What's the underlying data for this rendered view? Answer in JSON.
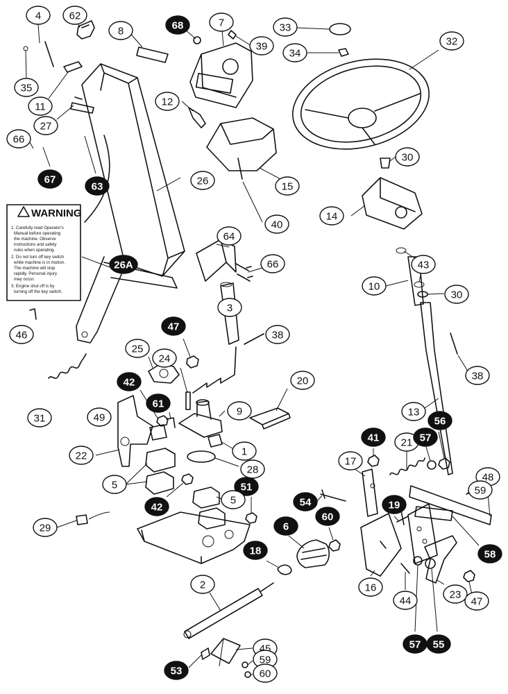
{
  "warning_label": {
    "title": "WARNING",
    "lines": [
      "1. Carefully read Operator's",
      "Manual before operating",
      "the machine. Observe",
      "instructions and safety",
      "rules when operating.",
      "2. Do not turn off key switch",
      "while machine is in motion.",
      "The machine will stop",
      "rapidly. Personal injury",
      "may occur.",
      "3. Engine shut off is by",
      "turning off the key switch."
    ]
  },
  "callouts": [
    {
      "id": "c4",
      "label": "4",
      "filled": false
    },
    {
      "id": "c62",
      "label": "62",
      "filled": false
    },
    {
      "id": "c8",
      "label": "8",
      "filled": false
    },
    {
      "id": "c68",
      "label": "68",
      "filled": true
    },
    {
      "id": "c7",
      "label": "7",
      "filled": false
    },
    {
      "id": "c39",
      "label": "39",
      "filled": false
    },
    {
      "id": "c33",
      "label": "33",
      "filled": false
    },
    {
      "id": "c34",
      "label": "34",
      "filled": false
    },
    {
      "id": "c32",
      "label": "32",
      "filled": false
    },
    {
      "id": "c35",
      "label": "35",
      "filled": false
    },
    {
      "id": "c11",
      "label": "11",
      "filled": false
    },
    {
      "id": "c12",
      "label": "12",
      "filled": false
    },
    {
      "id": "c27",
      "label": "27",
      "filled": false
    },
    {
      "id": "c66a",
      "label": "66",
      "filled": false
    },
    {
      "id": "c67",
      "label": "67",
      "filled": true
    },
    {
      "id": "c63",
      "label": "63",
      "filled": true
    },
    {
      "id": "c15",
      "label": "15",
      "filled": false
    },
    {
      "id": "c30a",
      "label": "30",
      "filled": false
    },
    {
      "id": "c26",
      "label": "26",
      "filled": false
    },
    {
      "id": "c40",
      "label": "40",
      "filled": false
    },
    {
      "id": "c14",
      "label": "14",
      "filled": false
    },
    {
      "id": "c64",
      "label": "64",
      "filled": false
    },
    {
      "id": "c43",
      "label": "43",
      "filled": false
    },
    {
      "id": "c26A",
      "label": "26A",
      "filled": true
    },
    {
      "id": "c66b",
      "label": "66",
      "filled": false
    },
    {
      "id": "c10",
      "label": "10",
      "filled": false
    },
    {
      "id": "c30b",
      "label": "30",
      "filled": false
    },
    {
      "id": "c3",
      "label": "3",
      "filled": false
    },
    {
      "id": "c46",
      "label": "46",
      "filled": false
    },
    {
      "id": "c47a",
      "label": "47",
      "filled": true
    },
    {
      "id": "c38a",
      "label": "38",
      "filled": false
    },
    {
      "id": "c38b",
      "label": "38",
      "filled": false
    },
    {
      "id": "c25",
      "label": "25",
      "filled": false
    },
    {
      "id": "c24",
      "label": "24",
      "filled": false
    },
    {
      "id": "c20",
      "label": "20",
      "filled": false
    },
    {
      "id": "c42a",
      "label": "42",
      "filled": true
    },
    {
      "id": "c9",
      "label": "9",
      "filled": false
    },
    {
      "id": "c31",
      "label": "31",
      "filled": false
    },
    {
      "id": "c61",
      "label": "61",
      "filled": true
    },
    {
      "id": "c49",
      "label": "49",
      "filled": false
    },
    {
      "id": "c13",
      "label": "13",
      "filled": false
    },
    {
      "id": "c56",
      "label": "56",
      "filled": true
    },
    {
      "id": "c41",
      "label": "41",
      "filled": true
    },
    {
      "id": "c21",
      "label": "21",
      "filled": false
    },
    {
      "id": "c57a",
      "label": "57",
      "filled": true
    },
    {
      "id": "c1",
      "label": "1",
      "filled": false
    },
    {
      "id": "c22",
      "label": "22",
      "filled": false
    },
    {
      "id": "c28",
      "label": "28",
      "filled": false
    },
    {
      "id": "c17",
      "label": "17",
      "filled": false
    },
    {
      "id": "c48",
      "label": "48",
      "filled": false
    },
    {
      "id": "c5a",
      "label": "5",
      "filled": false
    },
    {
      "id": "c59a",
      "label": "59",
      "filled": false
    },
    {
      "id": "c42b",
      "label": "42",
      "filled": true
    },
    {
      "id": "c51",
      "label": "51",
      "filled": true
    },
    {
      "id": "c54",
      "label": "54",
      "filled": true
    },
    {
      "id": "c5b",
      "label": "5",
      "filled": false
    },
    {
      "id": "c19",
      "label": "19",
      "filled": true
    },
    {
      "id": "c60a",
      "label": "60",
      "filled": true
    },
    {
      "id": "c6",
      "label": "6",
      "filled": true
    },
    {
      "id": "c29",
      "label": "29",
      "filled": false
    },
    {
      "id": "c58",
      "label": "58",
      "filled": true
    },
    {
      "id": "c18",
      "label": "18",
      "filled": true
    },
    {
      "id": "c2",
      "label": "2",
      "filled": false
    },
    {
      "id": "c16",
      "label": "16",
      "filled": false
    },
    {
      "id": "c44",
      "label": "44",
      "filled": false
    },
    {
      "id": "c23",
      "label": "23",
      "filled": false
    },
    {
      "id": "c47b",
      "label": "47",
      "filled": false
    },
    {
      "id": "c57b",
      "label": "57",
      "filled": true
    },
    {
      "id": "c55",
      "label": "55",
      "filled": true
    },
    {
      "id": "c45",
      "label": "45",
      "filled": false
    },
    {
      "id": "c59b",
      "label": "59",
      "filled": false
    },
    {
      "id": "c53",
      "label": "53",
      "filled": true
    },
    {
      "id": "c60b",
      "label": "60",
      "filled": false
    }
  ]
}
